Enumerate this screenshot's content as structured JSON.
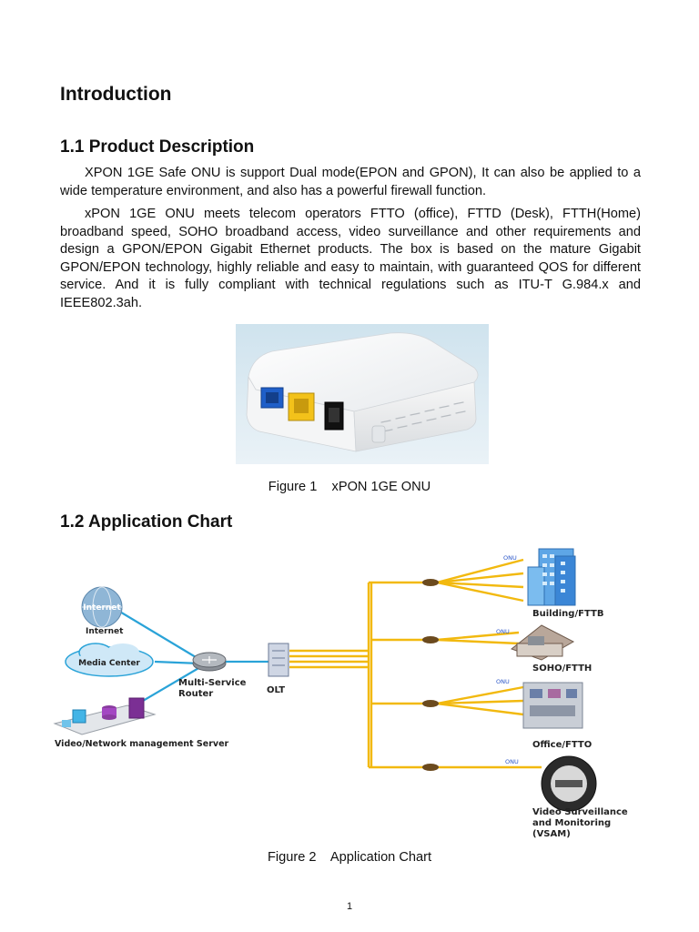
{
  "heading": "Introduction",
  "section1": {
    "title": "1.1 Product Description",
    "paragraphs": [
      "XPON 1GE Safe ONU is support Dual mode(EPON and GPON), It can also be applied to a wide temperature environment, and also has a powerful firewall function.",
      "xPON 1GE ONU meets telecom operators FTTO (office), FTTD (Desk), FTTH(Home) broadband speed, SOHO broadband access, video surveillance and other requirements and design a GPON/EPON Gigabit Ethernet products. The box is based on the mature Gigabit GPON/EPON technology, highly reliable and easy to maintain, with guaranteed QOS for different service. And it is fully compliant with technical regulations such as ITU-T G.984.x and IEEE802.3ah."
    ],
    "figure_caption": "Figure 1    xPON 1GE ONU"
  },
  "section2": {
    "title": "1.2 Application Chart",
    "figure_caption": "Figure 2    Application Chart",
    "diagram": {
      "internet_cloud": "Internet",
      "internet": "Internet",
      "media_center": "Media Center",
      "router_line1": "Multi-Service",
      "router_line2": "Router",
      "olt": "OLT",
      "server": "Video/Network management Server",
      "onu": "ONU",
      "building": "Building/FTTB",
      "soho": "SOHO/FTTH",
      "office": "Office/FTTO",
      "vsam_line1": "Video Surveillance",
      "vsam_line2": "and Monitoring",
      "vsam_line3": "(VSAM)"
    }
  },
  "page_number": "1",
  "colors": {
    "fiber": "#f2b90f",
    "lan": "#2aa3d8",
    "port_lan": "#1f5fc9",
    "port_pon": "#f3c21a"
  }
}
